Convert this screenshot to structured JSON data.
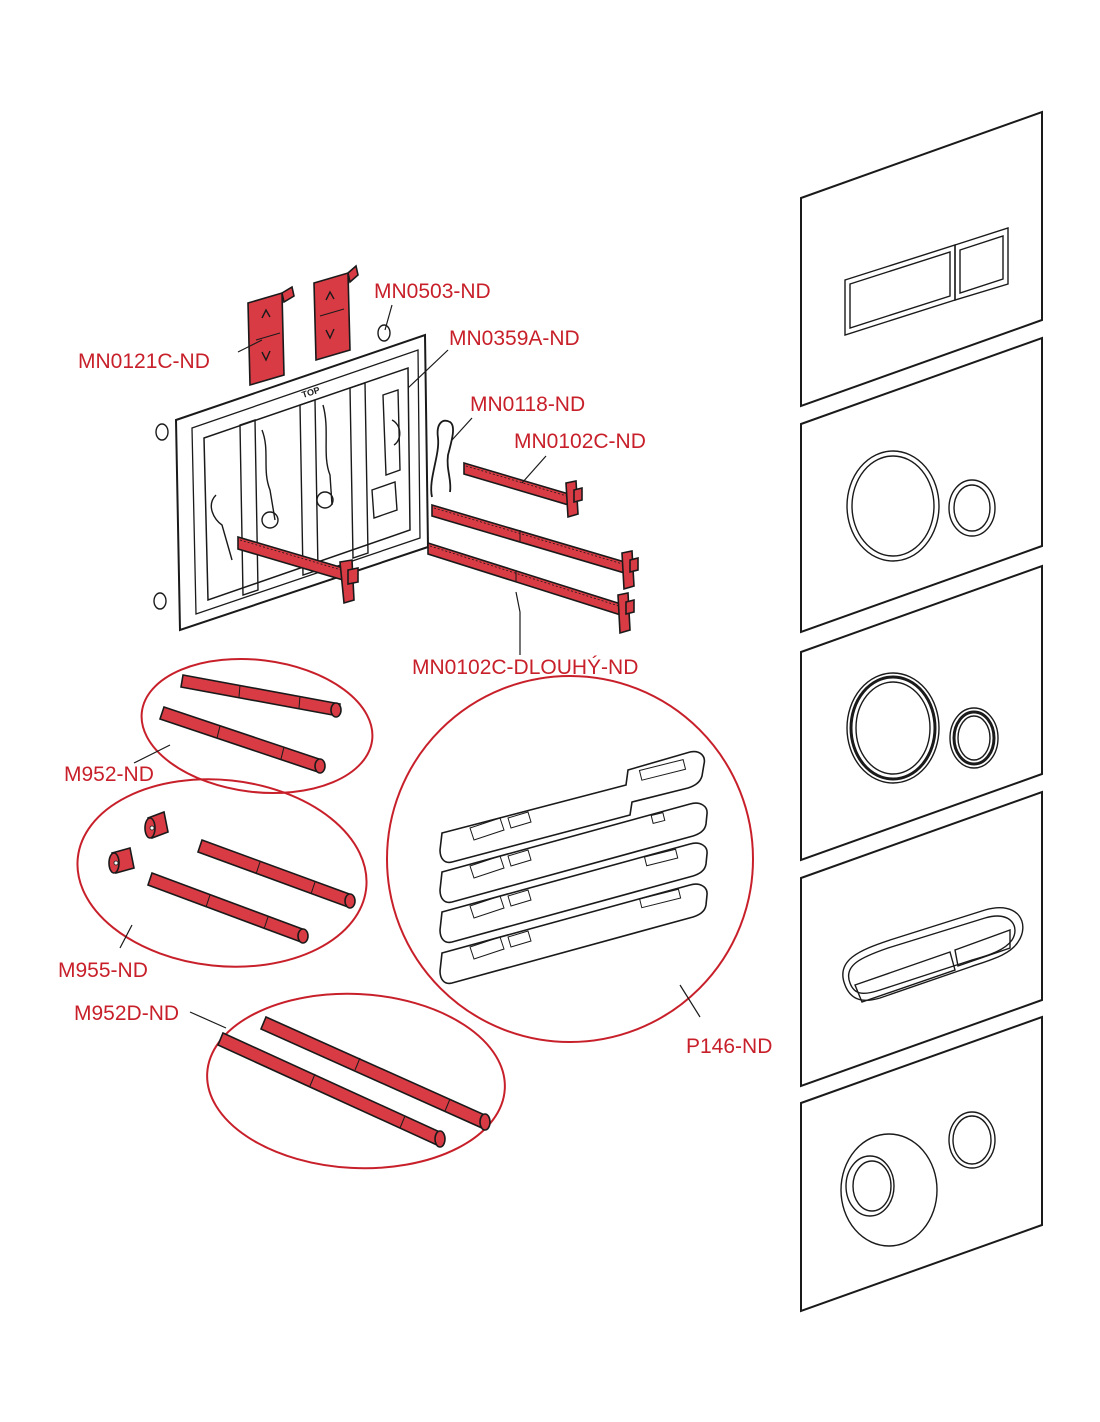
{
  "colors": {
    "accent": "#c8202a",
    "part_fill": "#d93b44",
    "line": "#1a1a1a",
    "background": "#ffffff"
  },
  "labels": {
    "mn0503": "MN0503-ND",
    "mn0121c": "MN0121C-ND",
    "mn0359a": "MN0359A-ND",
    "mn0118": "MN0118-ND",
    "mn0102c": "MN0102C-ND",
    "mn0102c_long": "MN0102C-DLOUHÝ-ND",
    "m952": "M952-ND",
    "m955": "M955-ND",
    "m952d": "M952D-ND",
    "p146": "P146-ND"
  },
  "frame": {
    "marking": "TOP"
  },
  "plates": [
    {
      "style": "rectangular-dual-button"
    },
    {
      "style": "round-dual-button"
    },
    {
      "style": "round-dual-button-rimmed"
    },
    {
      "style": "oval-rocker"
    },
    {
      "style": "round-single-large-small"
    }
  ]
}
